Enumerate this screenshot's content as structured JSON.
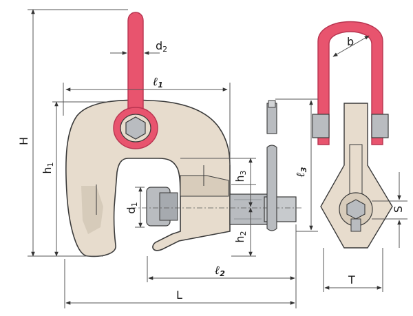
{
  "colors": {
    "body": "#e7dccd",
    "body_shade": "#cfc3b2",
    "outline": "#3a3a3a",
    "shackle": "#e8546e",
    "shackle_dark": "#b83450",
    "steel": "#b9bcc0",
    "steel_dark": "#8f9398",
    "dim_line": "#555555"
  },
  "dimensions": {
    "H": {
      "main": "H",
      "sub": ""
    },
    "h1": {
      "main": "h",
      "sub": "1"
    },
    "d2": {
      "main": "d",
      "sub": "2"
    },
    "l1": {
      "main": "ℓ",
      "sub": "1"
    },
    "h3": {
      "main": "h",
      "sub": "3"
    },
    "d1": {
      "main": "d",
      "sub": "1"
    },
    "h2": {
      "main": "h",
      "sub": "2"
    },
    "l3": {
      "main": "ℓ",
      "sub": "3"
    },
    "l2": {
      "main": "ℓ",
      "sub": "2"
    },
    "L": {
      "main": "L",
      "sub": ""
    },
    "b": {
      "main": "b",
      "sub": ""
    },
    "S": {
      "main": "S",
      "sub": ""
    },
    "T": {
      "main": "T",
      "sub": ""
    }
  }
}
